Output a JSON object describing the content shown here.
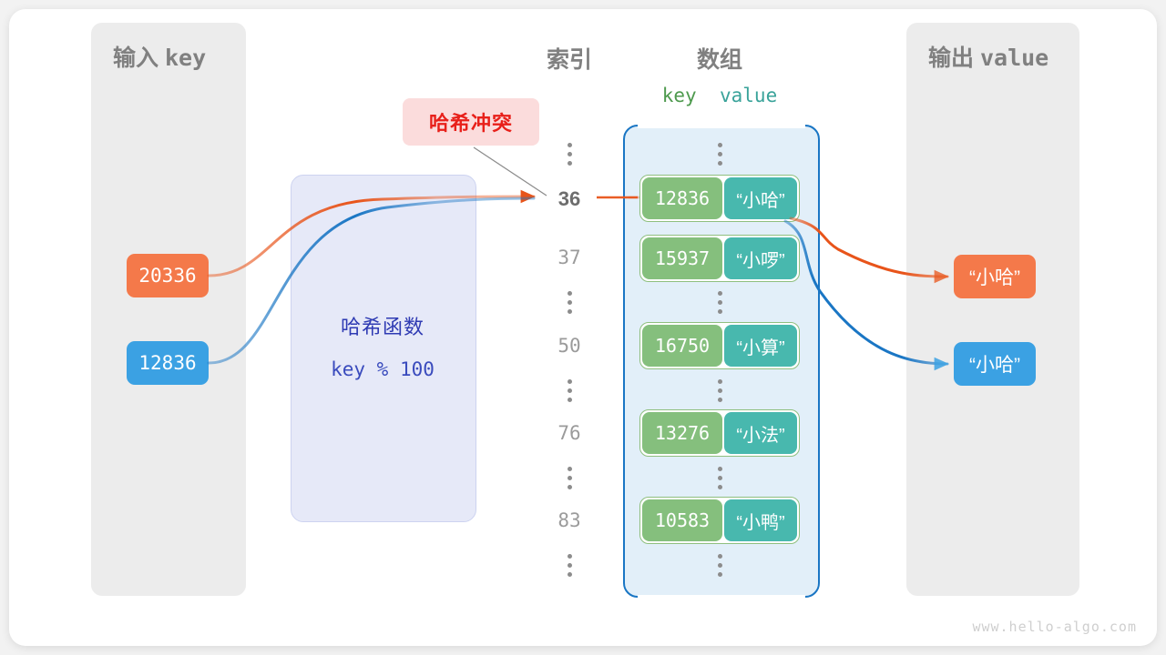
{
  "figure": {
    "watermark": "www.hello-algo.com",
    "colors": {
      "orange": "#f4794a",
      "orange_line": "#e8541a",
      "blue": "#3ba1e3",
      "blue_line": "#1a76c4",
      "key_green": "#85bf7d",
      "value_teal": "#48b8ae",
      "hash_box": "#e6e9f8",
      "hash_text": "#2f3bb3",
      "array_fill": "#e2eff9",
      "array_stroke": "#1a76c4",
      "collision_bg": "#fbdcdc",
      "collision_text": "#e8201a",
      "panel_grey": "#ececec",
      "label_grey": "#808080"
    }
  },
  "input_panel": {
    "title_cn": "输入",
    "title_mono": "key",
    "items": [
      {
        "label": "20336",
        "color": "orange"
      },
      {
        "label": "12836",
        "color": "blue"
      }
    ]
  },
  "hash_function": {
    "title": "哈希函数",
    "expression": "key % 100"
  },
  "collision_callout": {
    "label": "哈希冲突"
  },
  "headings": {
    "index": "索引",
    "array": "数组",
    "key": "key",
    "value": "value"
  },
  "array_rows": [
    {
      "kind": "ellipsis"
    },
    {
      "kind": "entry",
      "index": "36",
      "key": "12836",
      "value": "“小哈”",
      "highlight": true
    },
    {
      "kind": "entry",
      "index": "37",
      "key": "15937",
      "value": "“小啰”",
      "highlight": false
    },
    {
      "kind": "ellipsis"
    },
    {
      "kind": "entry",
      "index": "50",
      "key": "16750",
      "value": "“小算”",
      "highlight": false
    },
    {
      "kind": "ellipsis"
    },
    {
      "kind": "entry",
      "index": "76",
      "key": "13276",
      "value": "“小法”",
      "highlight": false
    },
    {
      "kind": "ellipsis"
    },
    {
      "kind": "entry",
      "index": "83",
      "key": "10583",
      "value": "“小鸭”",
      "highlight": false
    },
    {
      "kind": "ellipsis"
    }
  ],
  "output_panel": {
    "title_cn": "输出",
    "title_mono": "value",
    "items": [
      {
        "label": "“小哈”",
        "color": "orange"
      },
      {
        "label": "“小哈”",
        "color": "blue"
      }
    ]
  }
}
